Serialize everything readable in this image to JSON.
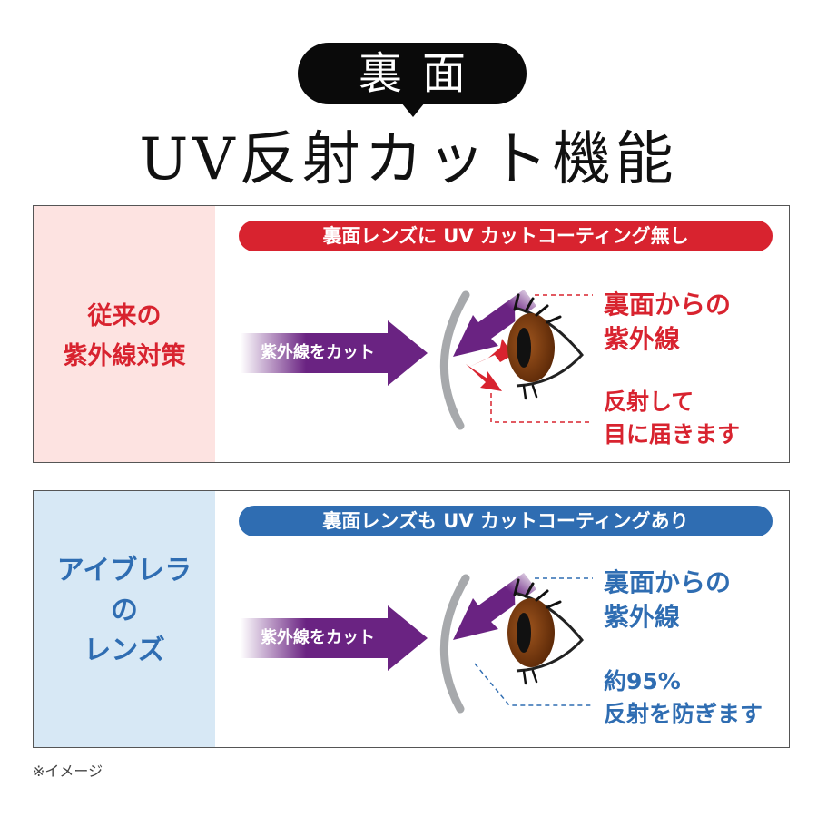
{
  "header": {
    "badge": "裏面",
    "title": "UV反射カット機能"
  },
  "panels": [
    {
      "label_lines": [
        "従来の",
        "紫外線対策"
      ],
      "pill": "裏面レンズに UV カットコーティング無し",
      "arrow_label": "紫外線をカット",
      "callout_main": [
        "裏面からの",
        "紫外線"
      ],
      "callout_sub": [
        "反射して",
        "目に届きます"
      ],
      "accent_color": "#d8232f",
      "reflected": true
    },
    {
      "label_lines": [
        "アイブレラ",
        "の",
        "レンズ"
      ],
      "pill": "裏面レンズも UV カットコーティングあり",
      "arrow_label": "紫外線をカット",
      "callout_main": [
        "裏面からの",
        "紫外線"
      ],
      "callout_sub": [
        "約95%",
        "反射を防ぎます"
      ],
      "accent_color": "#2f6db2",
      "reflected": false
    }
  ],
  "footnote": "※イメージ",
  "colors": {
    "uv_purple": "#6a2382",
    "lens_gray": "#a7a9ac",
    "iris_brown": "#7a3e12"
  }
}
